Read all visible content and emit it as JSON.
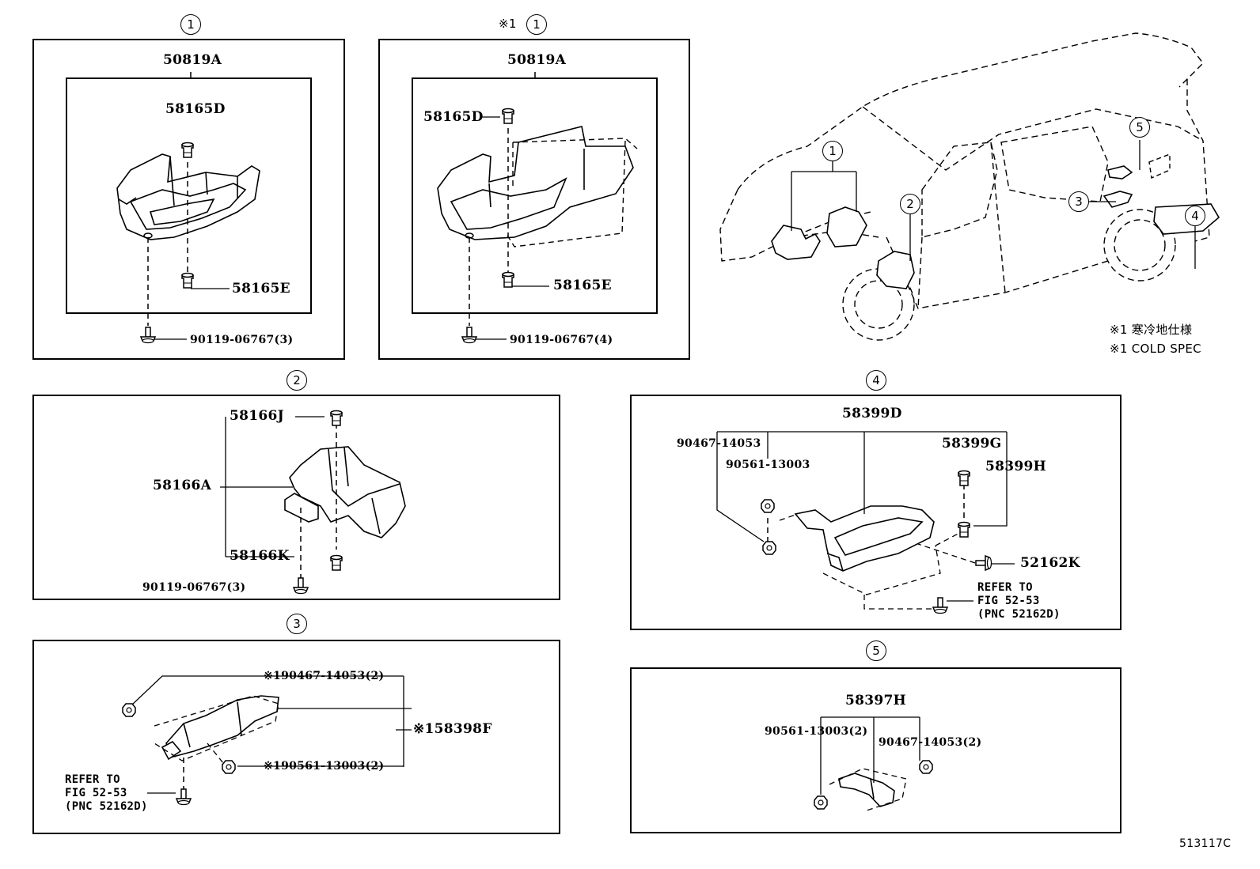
{
  "panels": {
    "p1": {
      "marker": "1",
      "title": "50819A",
      "clip_top": "58165D",
      "clip_bottom": "58165E",
      "bolt": "90119-06767(3)"
    },
    "p1c": {
      "prefix": "※1",
      "marker": "1",
      "title": "50819A",
      "clip_top": "58165D",
      "clip_bottom": "58165E",
      "bolt": "90119-06767(4)"
    },
    "p2": {
      "marker": "2",
      "clip_top": "58166J",
      "part": "58166A",
      "clip_bottom": "58166K",
      "bolt": "90119-06767(3)"
    },
    "p3": {
      "marker": "3",
      "nut": "※190467-14053(2)",
      "part": "※158398F",
      "clip": "※190561-13003(2)",
      "refer_to": "REFER TO\nFIG 52-53\n(PNC 52162D)"
    },
    "p4": {
      "marker": "4",
      "title": "58399D",
      "nut": "90467-14053",
      "clip": "90561-13003",
      "part_g": "58399G",
      "part_h": "58399H",
      "fastener": "52162K",
      "refer_to": "REFER TO\nFIG 52-53\n(PNC 52162D)"
    },
    "p5": {
      "marker": "5",
      "title": "58397H",
      "clip": "90561-13003(2)",
      "nut": "90467-14053(2)"
    }
  },
  "vehicle": {
    "markers": [
      "1",
      "2",
      "3",
      "4",
      "5"
    ]
  },
  "notes": {
    "jp": "※1 寒冷地仕様",
    "en": "※1 COLD SPEC"
  },
  "figure_code": "513117C",
  "icons": [
    "hex-bolt-icon",
    "clip-icon",
    "nut-icon",
    "circled-number-icon"
  ]
}
